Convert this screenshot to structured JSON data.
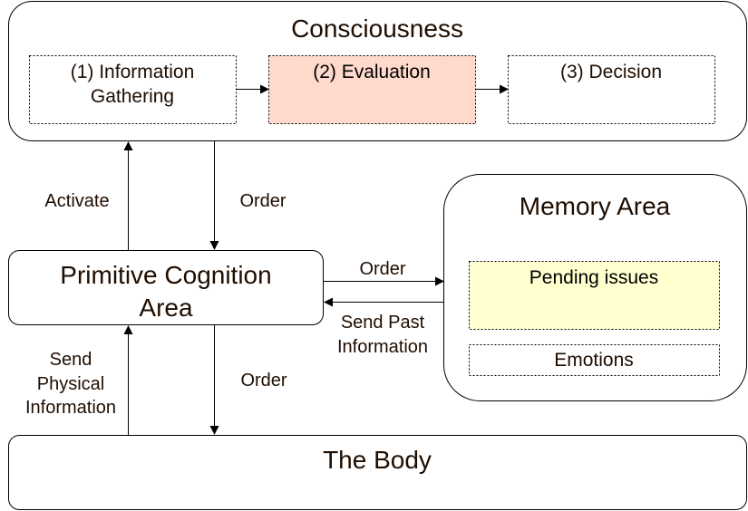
{
  "consciousness": {
    "title": "Consciousness",
    "steps": [
      {
        "line1": "(1) Information",
        "line2": "Gathering"
      },
      {
        "line1": "(2) Evaluation"
      },
      {
        "line1": "(3) Decision"
      }
    ]
  },
  "primitive": {
    "line1": "Primitive Cognition",
    "line2": "Area"
  },
  "memory": {
    "title": "Memory Area",
    "pending": "Pending issues",
    "emotions": "Emotions"
  },
  "body": {
    "title": "The Body"
  },
  "edges": {
    "activate": "Activate",
    "order_top": "Order",
    "order_memory": "Order",
    "send_past_1": "Send Past",
    "send_past_2": "Information",
    "send_physical_1": "Send",
    "send_physical_2": "Physical",
    "send_physical_3": "Information",
    "order_body": "Order"
  },
  "colors": {
    "evaluation_fill": "#ffd9cc",
    "pending_fill": "#ffffd0"
  }
}
